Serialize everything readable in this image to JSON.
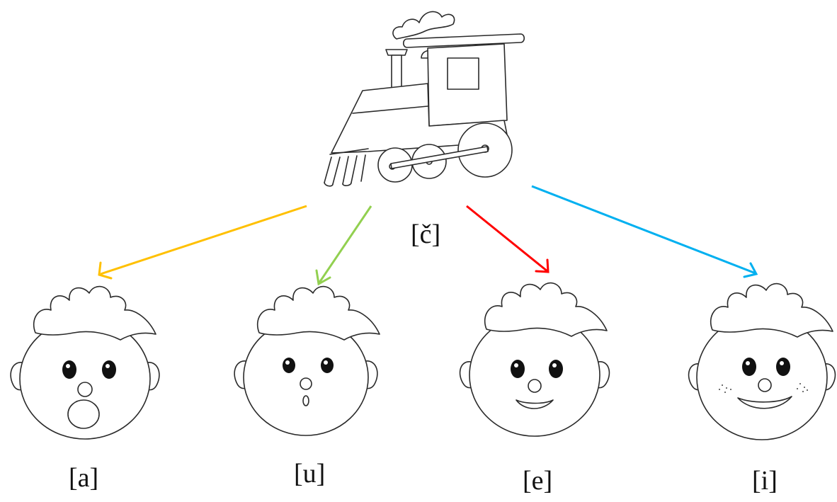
{
  "train": {
    "label": "[č]",
    "icon": "steam-locomotive-icon"
  },
  "faces": [
    {
      "label": "[a]",
      "mouth": "open-round",
      "arrow_color": "#FFC000"
    },
    {
      "label": "[u]",
      "mouth": "small-oval",
      "arrow_color": "#92D050"
    },
    {
      "label": "[e]",
      "mouth": "smile",
      "arrow_color": "#FF0000"
    },
    {
      "label": "[i]",
      "mouth": "wide-smile",
      "arrow_color": "#00B0F0"
    }
  ]
}
